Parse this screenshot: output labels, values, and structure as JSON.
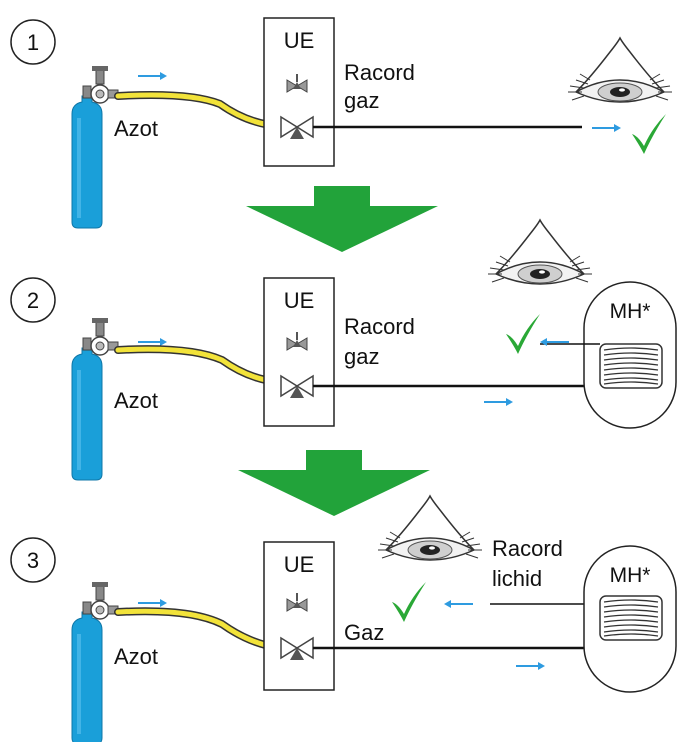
{
  "steps": [
    {
      "number": "1",
      "unit_label": "UE",
      "source_label": "Azot",
      "connection_label_1": "Racord",
      "connection_label_2": "gaz"
    },
    {
      "number": "2",
      "unit_label": "UE",
      "source_label": "Azot",
      "connection_label_1": "Racord",
      "connection_label_2": "gaz",
      "device_label": "MH*"
    },
    {
      "number": "3",
      "unit_label": "UE",
      "source_label": "Azot",
      "connection_label_1": "Gaz",
      "liquid_label_1": "Racord",
      "liquid_label_2": "lichid",
      "device_label": "MH*"
    }
  ],
  "colors": {
    "cylinder": "#1a9fd9",
    "hose": "#f2e33a",
    "big_arrow": "#22a33a",
    "check": "#2aa836",
    "flow_arrow": "#2e9be0",
    "valve": "#555555"
  },
  "icons": [
    "nitrogen-cylinder-icon",
    "valve-icon",
    "eye-icon",
    "check-icon",
    "arrow-down-icon",
    "coil-icon"
  ]
}
